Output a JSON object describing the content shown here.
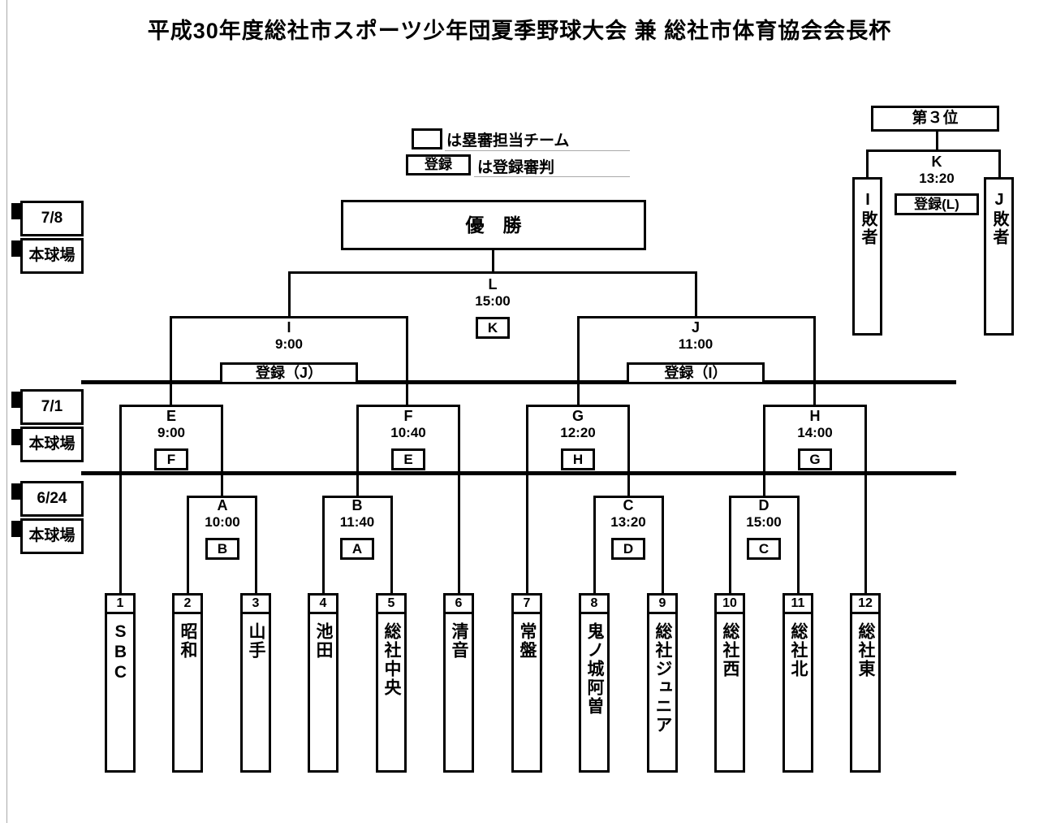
{
  "title": "平成30年度総社市スポーツ少年団夏季野球大会 兼 総社市体育協会会長杯",
  "legend": {
    "base_umpire_note": "は塁審担当チーム",
    "registered_box_label": "登録",
    "registered_umpire_note": "は登録審判"
  },
  "champion": {
    "label": "優　勝"
  },
  "schedule": {
    "jul8": {
      "date": "7/8",
      "venue": "本球場"
    },
    "jul1": {
      "date": "7/1",
      "venue": "本球場"
    },
    "jun24": {
      "date": "6/24",
      "venue": "本球場"
    }
  },
  "matches": {
    "A": {
      "label": "A",
      "time": "10:00",
      "umpire": "B"
    },
    "B": {
      "label": "B",
      "time": "11:40",
      "umpire": "A"
    },
    "C": {
      "label": "C",
      "time": "13:20",
      "umpire": "D"
    },
    "D": {
      "label": "D",
      "time": "15:00",
      "umpire": "C"
    },
    "E": {
      "label": "E",
      "time": "9:00",
      "umpire": "F"
    },
    "F": {
      "label": "F",
      "time": "10:40",
      "umpire": "E"
    },
    "G": {
      "label": "G",
      "time": "12:20",
      "umpire": "H"
    },
    "H": {
      "label": "H",
      "time": "14:00",
      "umpire": "G"
    },
    "I": {
      "label": "I",
      "time": "9:00",
      "umpire": "登録（J）"
    },
    "J": {
      "label": "J",
      "time": "11:00",
      "umpire": "登録（I）"
    },
    "L": {
      "label": "L",
      "time": "15:00",
      "umpire": "K"
    }
  },
  "third_place": {
    "title": "第３位",
    "label": "K",
    "time": "13:20",
    "umpire": "登録(L)",
    "left_team": "I敗者",
    "right_team": "J敗者"
  },
  "teams": [
    {
      "seed": "1",
      "name": "SBC"
    },
    {
      "seed": "2",
      "name": "昭和"
    },
    {
      "seed": "3",
      "name": "山手"
    },
    {
      "seed": "4",
      "name": "池田"
    },
    {
      "seed": "5",
      "name": "総社中央"
    },
    {
      "seed": "6",
      "name": "清音"
    },
    {
      "seed": "7",
      "name": "常盤"
    },
    {
      "seed": "8",
      "name": "鬼ノ城阿曽"
    },
    {
      "seed": "9",
      "name": "総社ジュニア"
    },
    {
      "seed": "10",
      "name": "総社西"
    },
    {
      "seed": "11",
      "name": "総社北"
    },
    {
      "seed": "12",
      "name": "総社東"
    }
  ]
}
